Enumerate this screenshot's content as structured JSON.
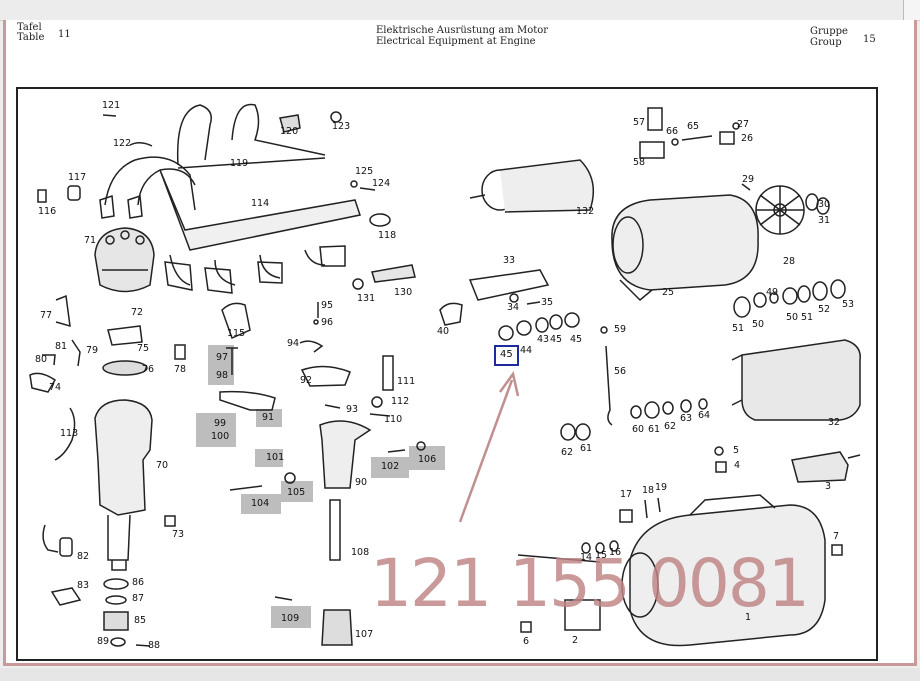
{
  "header": {
    "table_de": "Tafel",
    "table_en": "Table",
    "table_no": "11",
    "title_de": "Elektrische Ausrüstung am Motor",
    "title_en": "Electrical Equipment at Engine",
    "group_de": "Gruppe",
    "group_en": "Group",
    "group_no": "15"
  },
  "watermark": "121 155 0081",
  "selected_callout": "45",
  "colors": {
    "highlight": "#bdbdbd",
    "selection_box": "#1f2a9c",
    "watermark": "#be8282",
    "arrow": "#c28f8f"
  },
  "labels": {
    "l121": "121",
    "l122": "122",
    "l119": "119",
    "l120": "120",
    "l123": "123",
    "l117": "117",
    "l116": "116",
    "l114": "114",
    "l125": "125",
    "l124": "124",
    "l118": "118",
    "l71": "71",
    "l115": "115",
    "l130": "130",
    "l131": "131",
    "l77": "77",
    "l72": "72",
    "l95": "95",
    "l96": "96",
    "l81": "81",
    "l79": "79",
    "l75": "75",
    "l78": "78",
    "l94": "94",
    "l80": "80",
    "l76": "76",
    "l97": "97",
    "l98": "98",
    "l92": "92",
    "l111": "111",
    "l74": "74",
    "l91": "91",
    "l93": "93",
    "l112": "112",
    "l113": "113",
    "l99": "99",
    "l100": "100",
    "l110": "110",
    "l70": "70",
    "l101": "101",
    "l102": "102",
    "l106": "106",
    "l90": "90",
    "l105": "105",
    "l104": "104",
    "l73": "73",
    "l108": "108",
    "l82": "82",
    "l83": "83",
    "l86": "86",
    "l87": "87",
    "l85": "85",
    "l109": "109",
    "l107": "107",
    "l89": "89",
    "l88": "88",
    "l132": "132",
    "l33": "33",
    "l34": "34",
    "l35": "35",
    "l40": "40",
    "l43": "43",
    "l44": "44",
    "l45": "45",
    "l45b": "45",
    "l59": "59",
    "l56": "56",
    "l57": "57",
    "l66": "66",
    "l65": "65",
    "l27": "27",
    "l26": "26",
    "l58": "58",
    "l29": "29",
    "l30": "30",
    "l31": "31",
    "l28": "28",
    "l25": "25",
    "l51": "51",
    "l49": "49",
    "l50": "50",
    "l50b": "50",
    "l51b": "51",
    "l52": "52",
    "l53": "53",
    "l32": "32",
    "l60": "60",
    "l61": "61",
    "l62": "62",
    "l63": "63",
    "l64": "64",
    "l62b": "62",
    "l61b": "61",
    "l5": "5",
    "l4": "4",
    "l3": "3",
    "l17": "17",
    "l18": "18",
    "l19": "19",
    "l7": "7",
    "l14": "14",
    "l15": "15",
    "l16": "16",
    "l1": "1",
    "l6": "6",
    "l2": "2"
  }
}
